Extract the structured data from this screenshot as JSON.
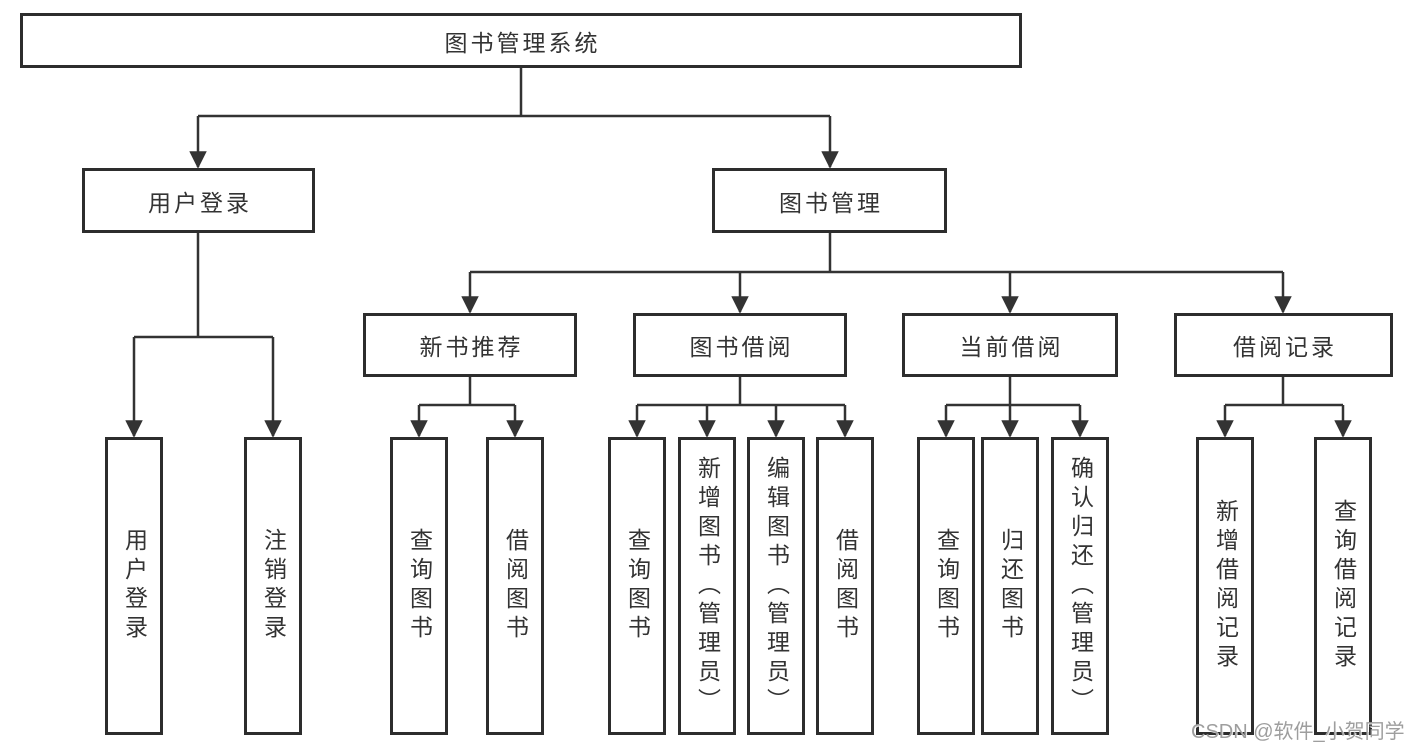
{
  "root": {
    "label": "图书管理系统"
  },
  "branches": [
    {
      "label": "用户登录",
      "children": [
        {
          "label": "用户登录"
        },
        {
          "label": "注销登录"
        }
      ]
    },
    {
      "label": "图书管理",
      "children": [
        {
          "label": "新书推荐",
          "children": [
            {
              "label": "查询图书"
            },
            {
              "label": "借阅图书"
            }
          ]
        },
        {
          "label": "图书借阅",
          "children": [
            {
              "label": "查询图书"
            },
            {
              "label": "新增图书（管理员）"
            },
            {
              "label": "编辑图书（管理员）"
            },
            {
              "label": "借阅图书"
            }
          ]
        },
        {
          "label": "当前借阅",
          "children": [
            {
              "label": "查询图书"
            },
            {
              "label": "归还图书"
            },
            {
              "label": "确认归还（管理员）"
            }
          ]
        },
        {
          "label": "借阅记录",
          "children": [
            {
              "label": "新增借阅记录"
            },
            {
              "label": "查询借阅记录"
            }
          ]
        }
      ]
    }
  ],
  "watermark": {
    "text": "CSDN @软件_小贺同学"
  },
  "colors": {
    "line": "#333333",
    "border": "#2d2d2d",
    "text": "#333333",
    "watermark": "#9e9e9e",
    "background": "#ffffff"
  }
}
